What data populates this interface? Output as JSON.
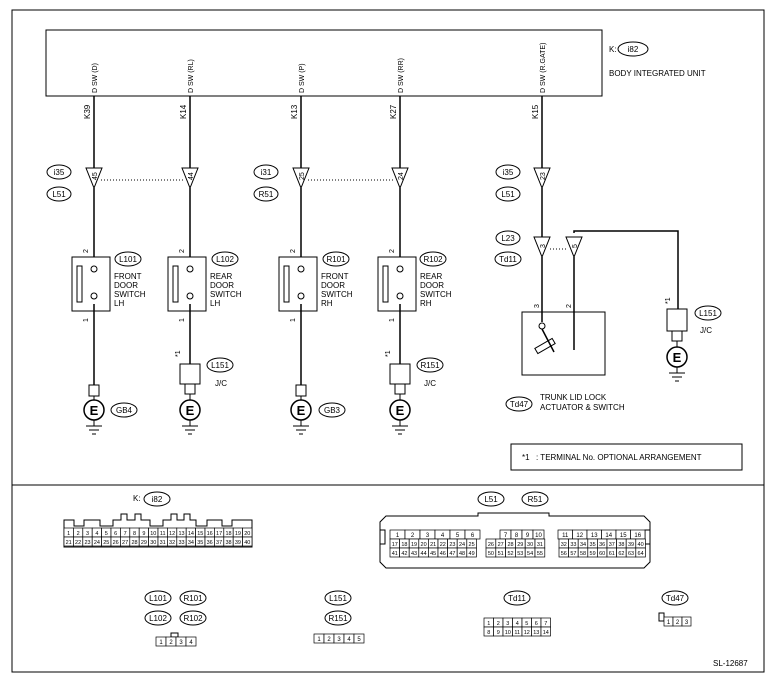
{
  "unit": {
    "conn_prefix": "K:",
    "conn_id": "i82",
    "name": "BODY INTEGRATED UNIT",
    "pins": [
      {
        "signal": "D SW (D)",
        "terminal": "K39"
      },
      {
        "signal": "D SW (RL)",
        "terminal": "K14"
      },
      {
        "signal": "D SW (P)",
        "terminal": "K13"
      },
      {
        "signal": "D SW (RR)",
        "terminal": "K27"
      },
      {
        "signal": "D SW (R.GATE)",
        "terminal": "K15"
      }
    ]
  },
  "harness": [
    {
      "conn_top": "i35",
      "conn_bot": "L51",
      "pin": "45"
    },
    {
      "pin": "44"
    },
    {
      "conn_top": "i31",
      "conn_bot": "R51",
      "pin": "25"
    },
    {
      "pin": "24"
    },
    {
      "conn_top": "i35",
      "conn_bot": "L51",
      "pin": "23"
    }
  ],
  "trunk_conn": {
    "top": "L23",
    "bot": "Td11",
    "pin_a": "3",
    "pin_b": "5"
  },
  "switches": [
    {
      "conn": "L101",
      "line1": "FRONT",
      "line2": "DOOR",
      "line3": "SWITCH",
      "line4": "LH",
      "pin_top": "2",
      "pin_bot": "1"
    },
    {
      "conn": "L102",
      "line1": "REAR",
      "line2": "DOOR",
      "line3": "SWITCH",
      "line4": "LH",
      "pin_top": "2",
      "pin_bot": "1"
    },
    {
      "conn": "R101",
      "line1": "FRONT",
      "line2": "DOOR",
      "line3": "SWITCH",
      "line4": "RH",
      "pin_top": "2",
      "pin_bot": "1"
    },
    {
      "conn": "R102",
      "line1": "REAR",
      "line2": "DOOR",
      "line3": "SWITCH",
      "line4": "RH",
      "pin_top": "2",
      "pin_bot": "1"
    }
  ],
  "grounds": [
    {
      "label": "GB4"
    },
    {
      "jc": "J/C",
      "conn": "L151",
      "star": "*1"
    },
    {
      "label": "GB3"
    },
    {
      "jc": "J/C",
      "conn": "R151",
      "star": "*1"
    },
    {
      "jc": "J/C",
      "conn": "L151",
      "star": "*1"
    }
  ],
  "ground_symbol": "E",
  "actuator": {
    "conn": "Td47",
    "line1": "TRUNK LID LOCK",
    "line2": "ACTUATOR & SWITCH",
    "pin_left": "3",
    "pin_right": "2"
  },
  "note": {
    "star": "*1",
    "text": ": TERMINAL No. OPTIONAL ARRANGEMENT"
  },
  "connectors": {
    "k_prefix": "K:",
    "k_id": "i82",
    "k_row1": [
      "1",
      "2",
      "3",
      "4",
      "5",
      "6",
      "7",
      "8",
      "9",
      "10",
      "11",
      "12",
      "13",
      "14",
      "15",
      "16",
      "17",
      "18",
      "19",
      "20"
    ],
    "k_row2": [
      "21",
      "22",
      "23",
      "24",
      "25",
      "26",
      "27",
      "28",
      "29",
      "30",
      "31",
      "32",
      "33",
      "34",
      "35",
      "36",
      "37",
      "38",
      "39",
      "40"
    ],
    "l51": "L51",
    "r51": "R51",
    "lr_a_row1": [
      "1",
      "2",
      "3",
      "4",
      "5",
      "6"
    ],
    "lr_a_row2": [
      "17",
      "18",
      "19",
      "20",
      "21",
      "22",
      "23",
      "24",
      "25"
    ],
    "lr_a_row3": [
      "41",
      "42",
      "43",
      "44",
      "45",
      "46",
      "47",
      "48",
      "49"
    ],
    "lr_b_row1": [
      "7",
      "8",
      "9",
      "10"
    ],
    "lr_b_row2": [
      "26",
      "27",
      "28",
      "29",
      "30",
      "31"
    ],
    "lr_b_row3": [
      "50",
      "51",
      "52",
      "53",
      "54",
      "55"
    ],
    "lr_c_row1": [
      "11",
      "12",
      "13",
      "14",
      "15",
      "16"
    ],
    "lr_c_row2": [
      "32",
      "33",
      "34",
      "35",
      "36",
      "37",
      "38",
      "39",
      "40"
    ],
    "lr_c_row3": [
      "56",
      "57",
      "58",
      "59",
      "60",
      "61",
      "62",
      "63",
      "64"
    ],
    "sw_ids": [
      "L101",
      "R101",
      "L102",
      "R102"
    ],
    "sw_pins": [
      "1",
      "2",
      "3",
      "4"
    ],
    "jc_ids": [
      "L151",
      "R151"
    ],
    "jc_pins": [
      "1",
      "2",
      "3",
      "4",
      "5"
    ],
    "td11": "Td11",
    "td11_row1": [
      "1",
      "2",
      "3",
      "4",
      "5",
      "6",
      "7"
    ],
    "td11_row2": [
      "8",
      "9",
      "10",
      "11",
      "12",
      "13",
      "14"
    ],
    "td47": "Td47",
    "td47_pins": [
      "1",
      "2",
      "3"
    ]
  },
  "code": "SL-12687"
}
